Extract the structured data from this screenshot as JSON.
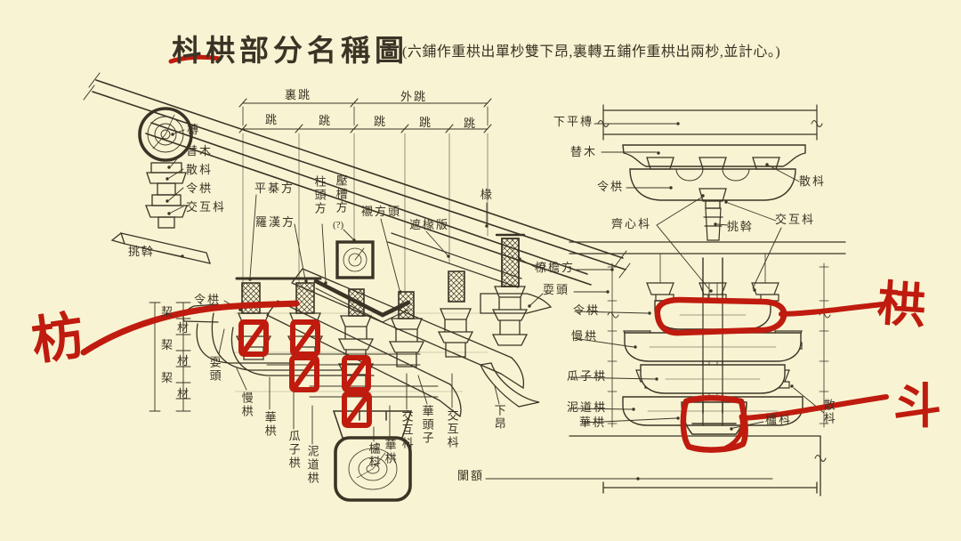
{
  "colors": {
    "paper": "#f8f3d3",
    "ink": "#3a3426",
    "red": "#bf1b0e"
  },
  "title": {
    "text": "枓栱部分名稱圖",
    "subtitle": "(六鋪作重栱出單杪雙下昂,裏轉五鋪作重栱出兩杪,並計心。)"
  },
  "red_notes": {
    "fang": "枋",
    "gong": "栱",
    "dou": "斗"
  },
  "dims": {
    "li_tiao": "裏跳",
    "wai_tiao": "外跳",
    "tiao": "跳",
    "qi": "栔",
    "cai": "材"
  },
  "labels": {
    "tuan": "槫",
    "timu": "替木",
    "sandou": "散枓",
    "linggong": "令栱",
    "jiaohudou": "交互枓",
    "tiaowo": "挑斡",
    "pingqifang": "平棊方",
    "luohanfang": "羅漢方",
    "zhutoufang": "柱頭方",
    "yacaofang": "壓槽方",
    "yacaofang_q": "(?)",
    "chenfangtou": "襯方頭",
    "zhechuanban": "遮椽版",
    "chuan": "椽",
    "liaoyanfang": "橑檐方",
    "shuatou": "耍頭",
    "mangong": "慢栱",
    "huagong": "華栱",
    "guazigong": "瓜子栱",
    "nidaogong": "泥道栱",
    "ludou": "櫨枓",
    "huatouzi": "華頭子",
    "xiaang": "下昂",
    "lane": "闌額",
    "xiapingtuan": "下平槫",
    "qixindou": "齊心枓"
  }
}
